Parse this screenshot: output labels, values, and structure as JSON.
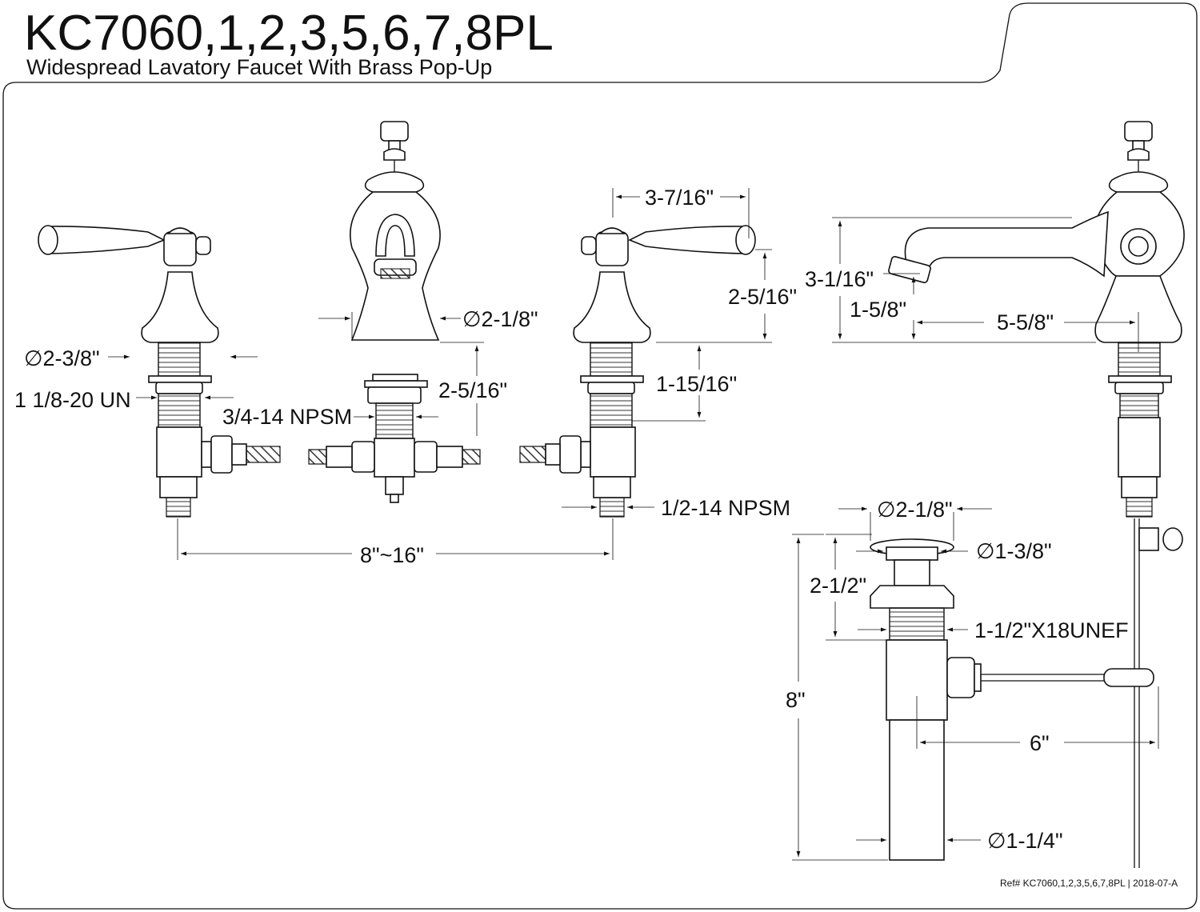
{
  "header": {
    "title": "KC7060,1,2,3,5,6,7,8PL",
    "subtitle": "Widespread Lavatory Faucet With Brass Pop-Up"
  },
  "dimensions": {
    "handle_diameter": "∅2-3/8\"",
    "handle_thread": "1 1/8-20 UN",
    "spout_thread": "3/4-14 NPSM",
    "spout_diameter": "∅2-1/8\"",
    "spout_shank": "2-5/16\"",
    "handle_spread": "3-7/16\"",
    "handle_height": "2-5/16\"",
    "handle_shank": "1-15/16\"",
    "supply_thread": "1/2-14 NPSM",
    "center_spread": "8\"~16\"",
    "spout_height": "3-1/16\"",
    "spout_clearance": "1-5/8\"",
    "spout_reach": "5-5/8\"",
    "drain_flange_diameter": "∅2-1/8\"",
    "drain_cap_diameter": "∅1-3/8\"",
    "drain_body_height": "2-1/2\"",
    "drain_thread": "1-1/2\"X18UNEF",
    "drain_total_height": "8\"",
    "pivot_rod_length": "6\"",
    "tailpiece_diameter": "∅1-1/4\""
  },
  "footer": {
    "reference": "Ref# KC7060,1,2,3,5,6,7,8PL | 2018-07-A"
  }
}
